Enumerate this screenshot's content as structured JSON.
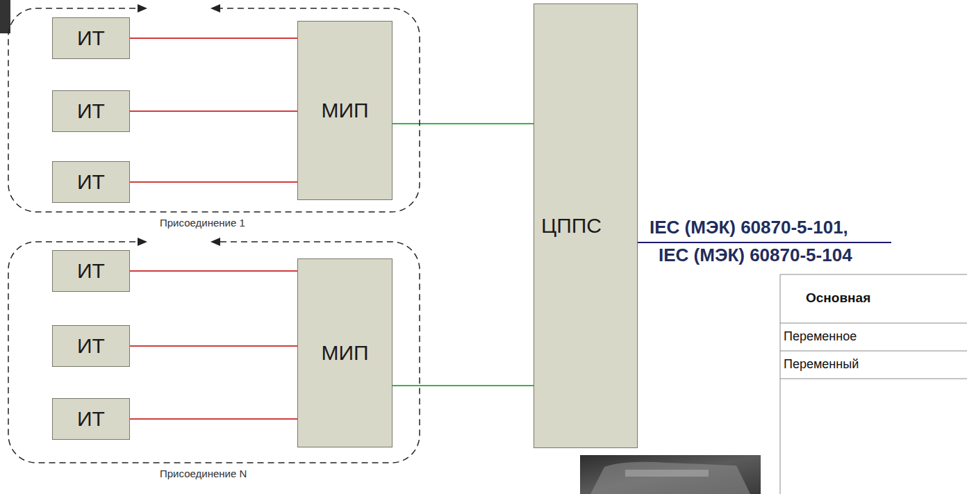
{
  "diagram": {
    "nodes": [
      {
        "text": [
          "Присоединение 1"
        ]
      },
      {
        "text": [
          "ИТ"
        ],
        "in": 0
      },
      {
        "text": [
          "ИТ"
        ],
        "in": 0
      },
      {
        "text": [
          "ИТ"
        ],
        "in": 0
      },
      {
        "text": [
          "МИП"
        ],
        "in": 0
      },
      {
        "text": [
          "Присоединение N"
        ]
      },
      {
        "text": [
          "ИТ"
        ],
        "in": 5
      },
      {
        "text": [
          "ИТ"
        ],
        "in": 5
      },
      {
        "text": [
          "ИТ"
        ],
        "in": 5
      },
      {
        "text": [
          "МИП"
        ],
        "in": 5
      },
      {
        "text": [
          "ЦППС"
        ]
      }
    ],
    "edges": [
      {
        "from": 1,
        "to": 4,
        "arrow": "none"
      },
      {
        "from": 2,
        "to": 4,
        "arrow": "none"
      },
      {
        "from": 3,
        "to": 4,
        "arrow": "none"
      },
      {
        "from": 6,
        "to": 9,
        "arrow": "none"
      },
      {
        "from": 7,
        "to": 9,
        "arrow": "none"
      },
      {
        "from": 8,
        "to": 9,
        "arrow": "none"
      },
      {
        "from": 4,
        "to": 10,
        "arrow": "none"
      },
      {
        "from": 9,
        "to": 10,
        "arrow": "none"
      }
    ],
    "labels": [
      "IEC (МЭК) 60870-5-101,",
      "IEC (МЭК) 60870-5-104",
      "Основная",
      "Переменное",
      "Переменный"
    ]
  }
}
